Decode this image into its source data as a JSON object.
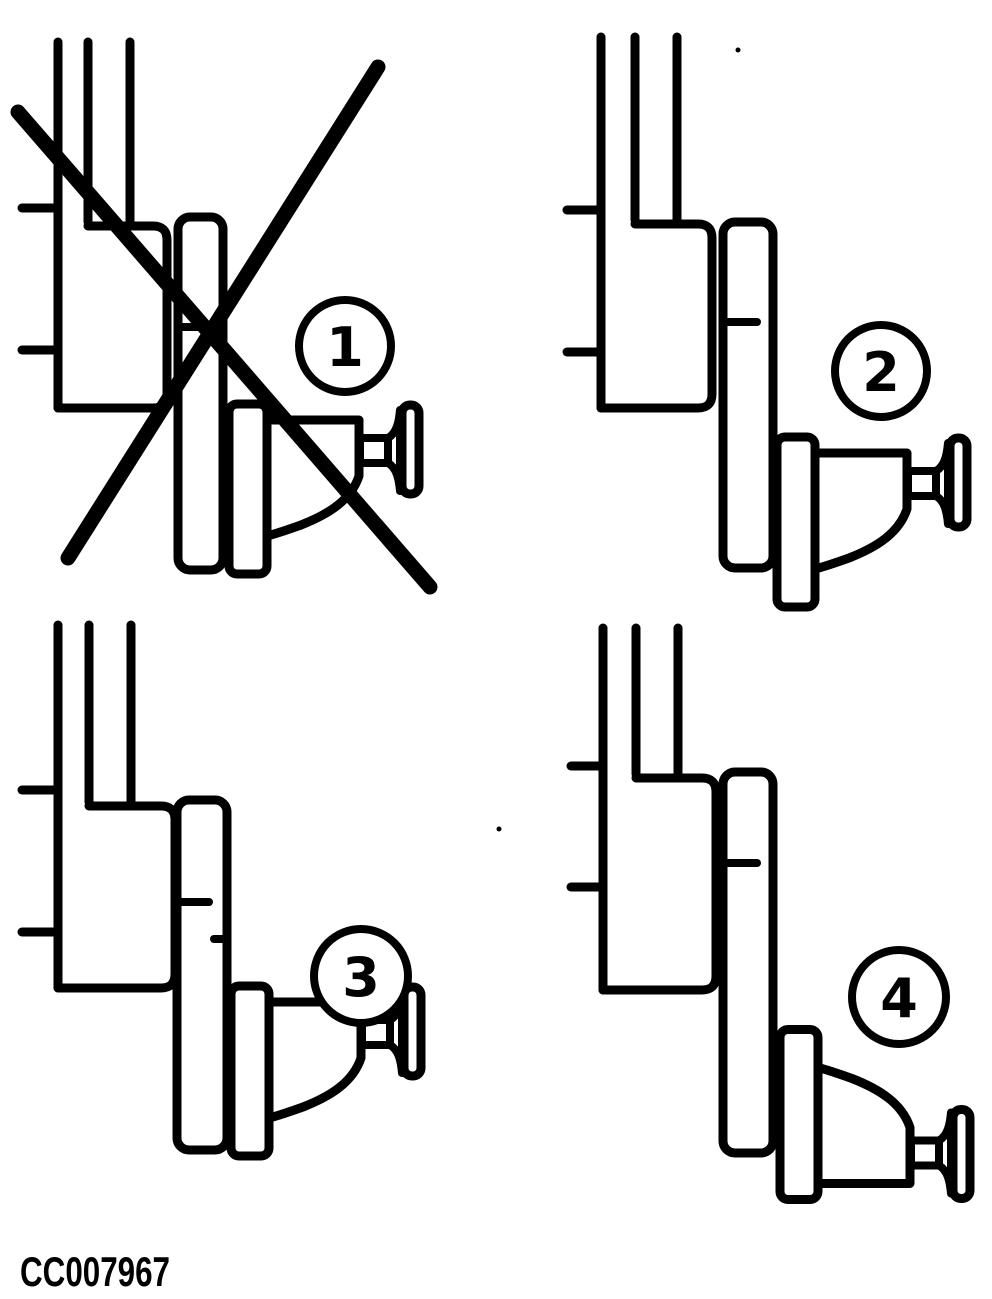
{
  "figure": {
    "code": "CC007967",
    "ink_color": "#000000",
    "background_color": "#ffffff",
    "panels": [
      {
        "label": "1",
        "crossed_out": true
      },
      {
        "label": "2",
        "crossed_out": false
      },
      {
        "label": "3",
        "crossed_out": false
      },
      {
        "label": "4",
        "crossed_out": false
      }
    ]
  }
}
